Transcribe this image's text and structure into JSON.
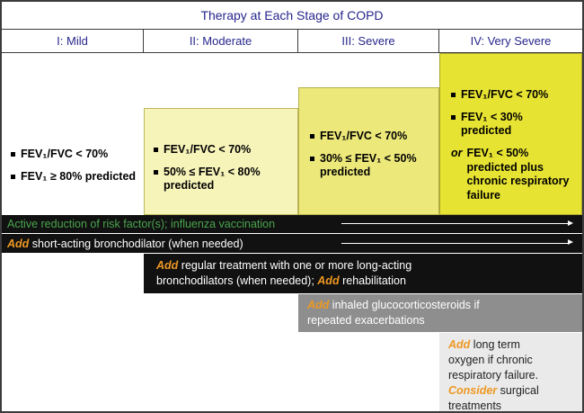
{
  "title": "Therapy at Each Stage of COPD",
  "stages": {
    "mild": {
      "label": "I: Mild",
      "items": [
        "FEV₁/FVC < 70%",
        "FEV₁ ≥ 80% predicted"
      ]
    },
    "moderate": {
      "label": "II: Moderate",
      "items": [
        "FEV₁/FVC < 70%",
        "50% ≤ FEV₁ < 80% predicted"
      ]
    },
    "severe": {
      "label": "III: Severe",
      "items": [
        "FEV₁/FVC < 70%",
        "30% ≤ FEV₁ < 50% predicted"
      ]
    },
    "very_severe": {
      "label": "IV: Very Severe",
      "items": [
        "FEV₁/FVC < 70%",
        "FEV₁ < 30% predicted"
      ],
      "or_prefix": "or",
      "or_text": "FEV₁ < 50% predicted plus chronic respiratory failure"
    }
  },
  "therapies": {
    "risk_reduction": {
      "text": "Active reduction of risk factor(s); influenza vaccination"
    },
    "short_acting": {
      "add": "Add",
      "text": "short-acting bronchodilator (when needed)"
    },
    "long_acting": {
      "add1": "Add",
      "line1": "regular treatment with one or more long-acting",
      "line2_pre": "bronchodilators (when needed); ",
      "add2": "Add",
      "line2_post": "rehabilitation"
    },
    "glucocorticosteroids": {
      "add": "Add",
      "line1": "inhaled glucocorticosteroids if",
      "line2": "repeated exacerbations"
    },
    "oxygen_surgery": {
      "add": "Add",
      "line1": "long term",
      "line2": "oxygen if chronic",
      "line3": "respiratory failure.",
      "consider": "Consider",
      "line4": "surgical",
      "line5": "treatments"
    }
  },
  "colors": {
    "heading_navy": "#26268c",
    "stage_moderate_bg": "#f7f4ba",
    "stage_severe_bg": "#ece87a",
    "stage_very_severe_bg": "#e7e332",
    "risk_text_green": "#49a54d",
    "add_orange": "#ee9822",
    "bar_black": "#111111",
    "bar_gray": "#8e8e8e",
    "bar_light_gray": "#eaeaea"
  }
}
